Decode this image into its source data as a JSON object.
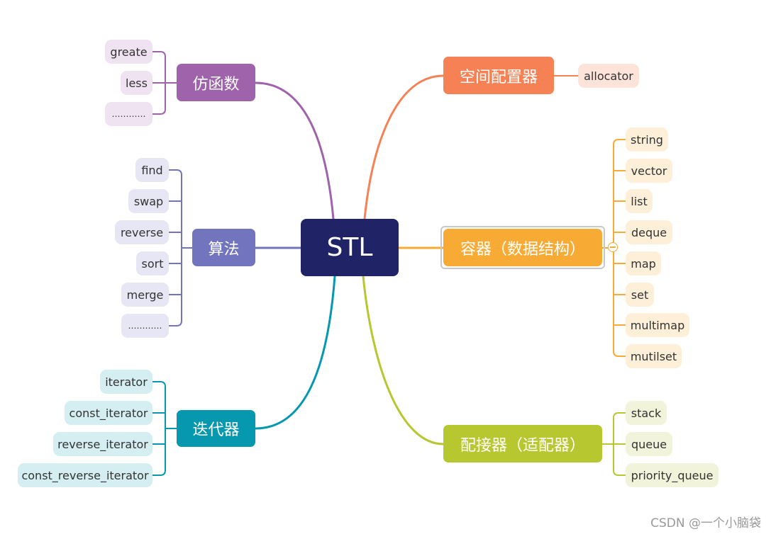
{
  "root": {
    "label": "STL",
    "color": "#202467"
  },
  "branches": {
    "functor": {
      "label": "仿函数",
      "color": "#9e63ab",
      "leaf_bg": "#efe3f1",
      "leaves": [
        "greate",
        "less",
        "…………"
      ]
    },
    "algorithm": {
      "label": "算法",
      "color": "#7274bd",
      "leaf_bg": "#e7e6f4",
      "leaves": [
        "find",
        "swap",
        "reverse",
        "sort",
        "merge",
        "…………"
      ]
    },
    "iterator": {
      "label": "迭代器",
      "color": "#0698ae",
      "leaf_bg": "#d4eef2",
      "leaves": [
        "iterator",
        "const_iterator",
        "reverse_iterator",
        "const_reverse_iterator"
      ]
    },
    "allocator": {
      "label": "空间配置器",
      "color": "#f58154",
      "leaf_bg": "#fde3d9",
      "leaves": [
        "allocator"
      ]
    },
    "container": {
      "label": "容器（数据结构）",
      "color": "#f7ab34",
      "leaf_bg": "#fdefd8",
      "leaves": [
        "string",
        "vector",
        "list",
        "deque",
        "map",
        "set",
        "multimap",
        "mutilset"
      ]
    },
    "adapter": {
      "label": "配接器（适配器）",
      "color": "#b6c72f",
      "leaf_bg": "#f1f4da",
      "leaves": [
        "stack",
        "queue",
        "priority_queue"
      ]
    }
  },
  "watermark": "CSDN @一个小脑袋"
}
